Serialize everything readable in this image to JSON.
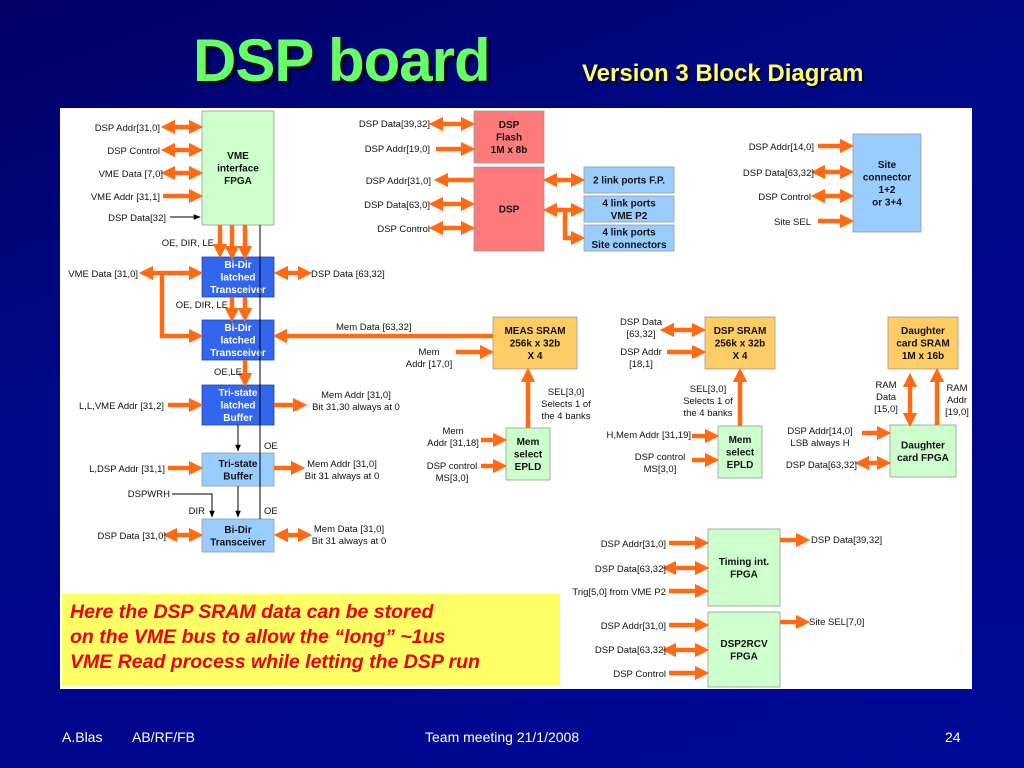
{
  "slide": {
    "title": "DSP board",
    "subtitle": "Version 3 Block Diagram",
    "note_lines": [
      "Here the DSP SRAM data can be stored",
      "on the VME bus to allow the “long” ~1us",
      "VME Read process while letting the DSP run"
    ],
    "footer": {
      "author": "A.Blas",
      "group": "AB/RF/FB",
      "event": "Team meeting 21/1/2008",
      "page": "24"
    }
  },
  "colors": {
    "arrow": "#ff6a13",
    "fpga_green": "#ccffcc",
    "dsp_red": "#ff7b7b",
    "light_blue": "#99ccff",
    "dark_blue": "#3366ee",
    "sram_orange": "#ffcc66",
    "note_yellow": "#ffff66",
    "note_text": "#ee0000",
    "title_green": "#66ff66",
    "subtitle_yellow": "#ffff66"
  },
  "blocks": {
    "vme_fpga": [
      "VME",
      "interface",
      "FPGA"
    ],
    "dsp_flash": [
      "DSP",
      "Flash",
      "1M x 8b"
    ],
    "dsp": [
      "DSP"
    ],
    "link_fp": [
      "2 link ports F.P."
    ],
    "link_vme": [
      "4 link ports",
      "VME P2"
    ],
    "link_site": [
      "4 link ports",
      "Site connectors"
    ],
    "site_conn": [
      "Site",
      "connector",
      "1+2",
      "or 3+4"
    ],
    "bidir1": [
      "Bi-Dir",
      "latched",
      "Transceiver"
    ],
    "bidir2": [
      "Bi-Dir",
      "latched",
      "Transceiver"
    ],
    "tristate_latched": [
      "Tri-state",
      "latched",
      "Buffer"
    ],
    "tristate": [
      "Tri-state",
      "Buffer"
    ],
    "bidir3": [
      "Bi-Dir",
      "Transceiver"
    ],
    "meas_sram": [
      "MEAS SRAM",
      "256k x 32b",
      "X 4"
    ],
    "dsp_sram": [
      "DSP SRAM",
      "256k x 32b",
      "X 4"
    ],
    "daughter_sram": [
      "Daughter",
      "card SRAM",
      "1M x 16b"
    ],
    "mem_epld1": [
      "Mem",
      "select",
      "EPLD"
    ],
    "mem_epld2": [
      "Mem",
      "select",
      "EPLD"
    ],
    "daughter_fpga": [
      "Daughter",
      "card FPGA"
    ],
    "timing_fpga": [
      "Timing int.",
      "FPGA"
    ],
    "dsp2rcv_fpga": [
      "DSP2RCV",
      "FPGA"
    ]
  },
  "labels": {
    "vme_dsp_addr": "DSP Addr[31,0]",
    "vme_dsp_ctrl": "DSP Control",
    "vme_data70": "VME Data [7,0]",
    "vme_addr": "VME Addr [31,1]",
    "vme_dsp_data32": "DSP Data[32]",
    "oe_dir_le1": "OE, DIR, LE",
    "vme_data310": "VME Data [31,0]",
    "bidir1_right": "DSP Data [63,32]",
    "oe_dir_le2": "OE, DIR, LE",
    "mem_data6332": "Mem Data [63,32]",
    "oe_le": "OE,LE",
    "llvme_addr": "L,L,VME Addr [31,2]",
    "tsl_out": [
      "Mem Addr [31,0]",
      "Bit 31,30 always at 0"
    ],
    "oe1": "OE",
    "ldsp_addr": "L,DSP Addr [31,1]",
    "ts_out": [
      "Mem Addr [31,0]",
      "Bit 31 always at 0"
    ],
    "dspwrh": "DSPWRH",
    "dir": "DIR",
    "oe2": "OE",
    "bidir3_left": "DSP Data [31,0]",
    "bidir3_right": [
      "Mem Data [31,0]",
      "Bit 31 always at 0"
    ],
    "flash_data": "DSP Data[39,32]",
    "flash_addr": "DSP Addr[19,0]",
    "dsp_addr": "DSP Addr[31,0]",
    "dsp_data": "DSP Data[63,0]",
    "dsp_ctrl": "DSP Control",
    "site_addr": "DSP Addr[14,0]",
    "site_data": "DSP Data[63,32]",
    "site_ctrl": "DSP Control",
    "site_sel": "Site SEL",
    "meas_mem_addr": [
      "Mem",
      "Addr [17,0]"
    ],
    "meas_sel": [
      "SEL[3,0]",
      "Selects 1 of",
      "the 4 banks"
    ],
    "epld1_addr": [
      "Mem",
      "Addr [31,18]"
    ],
    "epld1_ctrl": [
      "DSP control",
      "MS[3,0]"
    ],
    "dsram_data": [
      "DSP Data",
      "[63,32]"
    ],
    "dsram_addr": [
      "DSP Addr",
      "[18,1]"
    ],
    "dsram_sel": [
      "SEL[3,0]",
      "Selects 1 of",
      "the 4 banks"
    ],
    "epld2_addr": "H,Mem Addr [31,19]",
    "epld2_ctrl": [
      "DSP control",
      "MS[3,0]"
    ],
    "ram_data": [
      "RAM",
      "Data",
      "[15,0]"
    ],
    "ram_addr": [
      "RAM",
      "Addr",
      "[19,0]"
    ],
    "dfpga_addr": [
      "DSP Addr[14,0]",
      "LSB always H"
    ],
    "dfpga_data": "DSP Data[63,32]",
    "timing_addr": "DSP Addr[31,0]",
    "timing_data": "DSP Data[63,32]",
    "timing_trig": "Trig[5,0] from VME P2",
    "timing_out": "DSP Data[39,32]",
    "rcv_addr": "DSP Addr[31,0]",
    "rcv_data": "DSP Data[63,32]",
    "rcv_ctrl": "DSP Control",
    "rcv_out": "Site SEL[7,0]"
  }
}
